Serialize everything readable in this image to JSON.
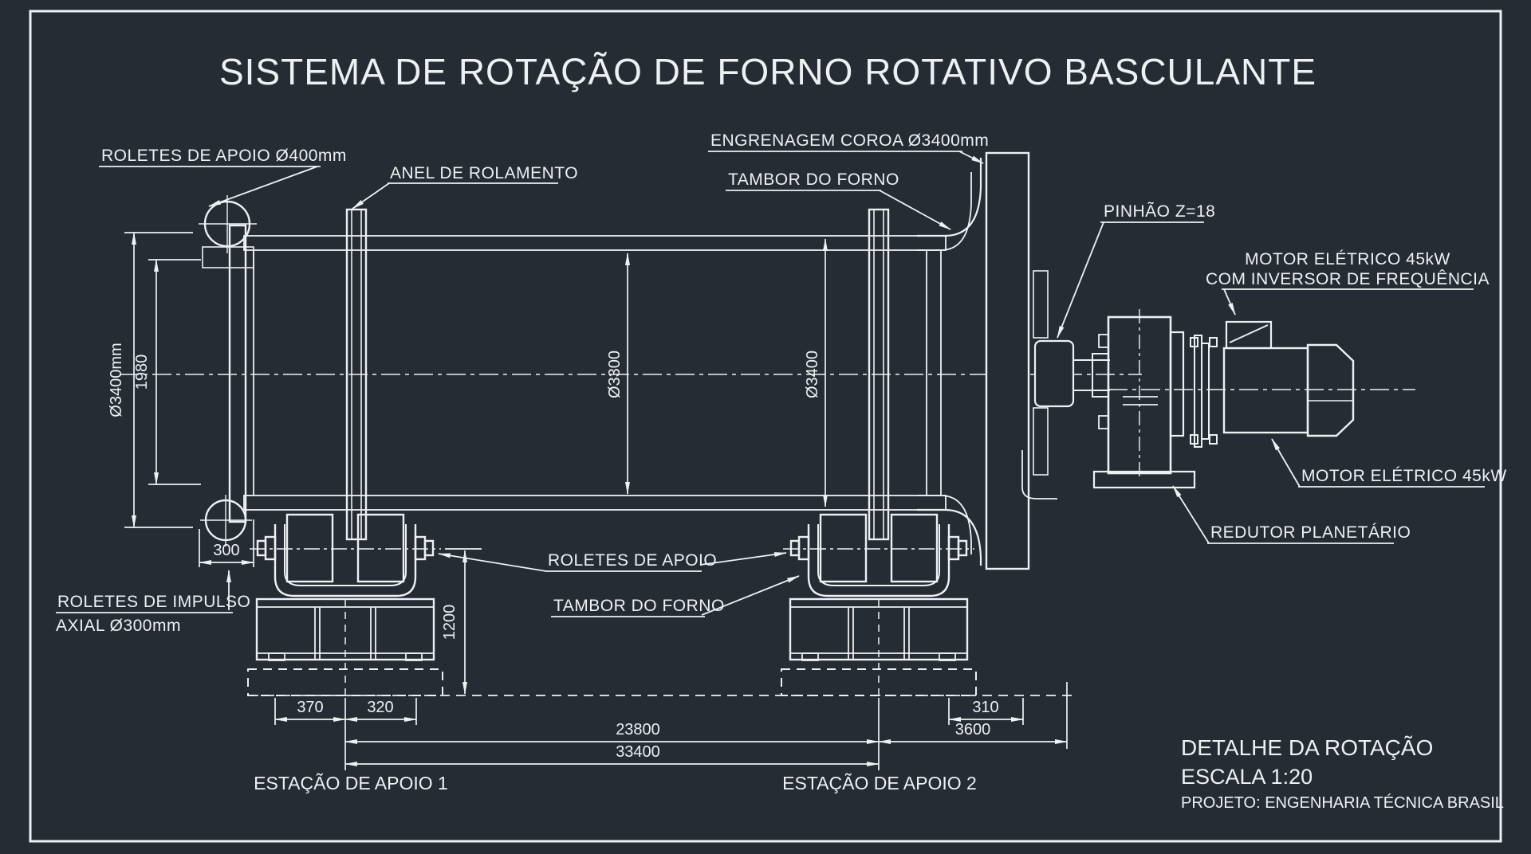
{
  "colors": {
    "background": "#262c34",
    "line": "#eef1f3"
  },
  "header": {
    "title": "SISTEMA DE ROTAÇÃO DE FORNO ROTATIVO BASCULANTE"
  },
  "callouts": {
    "support_rollers_top": "ROLETES DE APOIO Ø400mm",
    "riding_ring": "ANEL DE ROLAMENTO",
    "crown_gear": "ENGRENAGEM COROA Ø3400mm",
    "kiln_drum_top": "TAMBOR DO FORNO",
    "pinion": "PINHÃO Z=18",
    "motor_line1": "MOTOR ELÉTRICO 45kW",
    "motor_line2": "COM INVERSOR DE FREQUÊNCIA",
    "support_rollers_mid": "ROLETES DE APOIO",
    "kiln_drum_mid": "TAMBOR DO FORNO",
    "thrust_rollers_line1": "ROLETES DE IMPULSO",
    "thrust_rollers_line2": "AXIAL Ø300mm",
    "motor_lower": "MOTOR ELÉTRICO 45kW",
    "planetary_reducer": "REDUTOR PLANETÁRIO",
    "support_station_1": "ESTAÇÃO DE APOIO 1",
    "support_station_2": "ESTAÇÃO DE APOIO 2"
  },
  "dimensions": {
    "drum_od": "Ø3400mm",
    "inner_1980": "1980",
    "thrust_300": "300",
    "bore_3300": "Ø3300",
    "gear_3400": "Ø3400",
    "height_1200": "1200",
    "base_370": "370",
    "base_320": "320",
    "span_23800": "23800",
    "overall_33400": "33400",
    "gear_offset_310": "310",
    "drive_3600": "3600"
  },
  "title_block": {
    "detail": "DETALHE DA ROTAÇÃO",
    "scale": "ESCALA 1:20",
    "project": "PROJETO: ENGENHARIA TÉCNICA BRASIL"
  }
}
